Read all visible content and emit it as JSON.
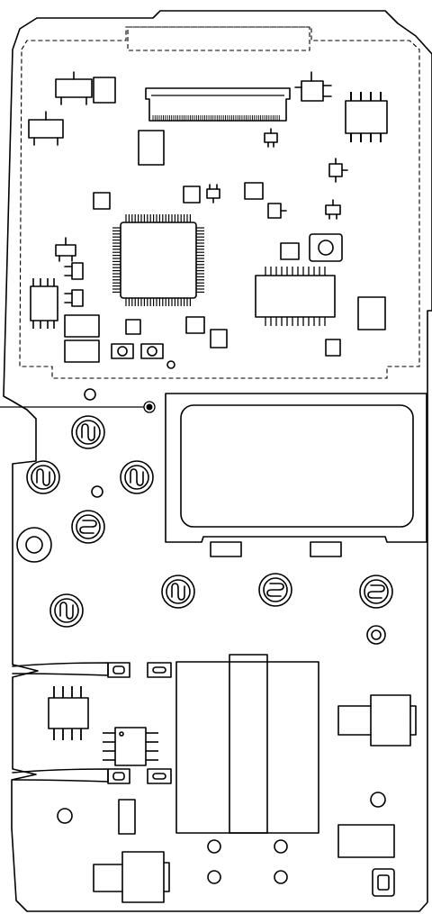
{
  "diagram": {
    "kind": "pcb-outline",
    "stroke_color": "#000000",
    "background_color": "#ffffff",
    "components": [
      "ribbon-connector",
      "qfp-ic",
      "soic-ic",
      "lcd-window",
      "button-contacts",
      "trimmer-pots",
      "spring-contacts",
      "side-connectors",
      "pinned-connectors"
    ]
  }
}
